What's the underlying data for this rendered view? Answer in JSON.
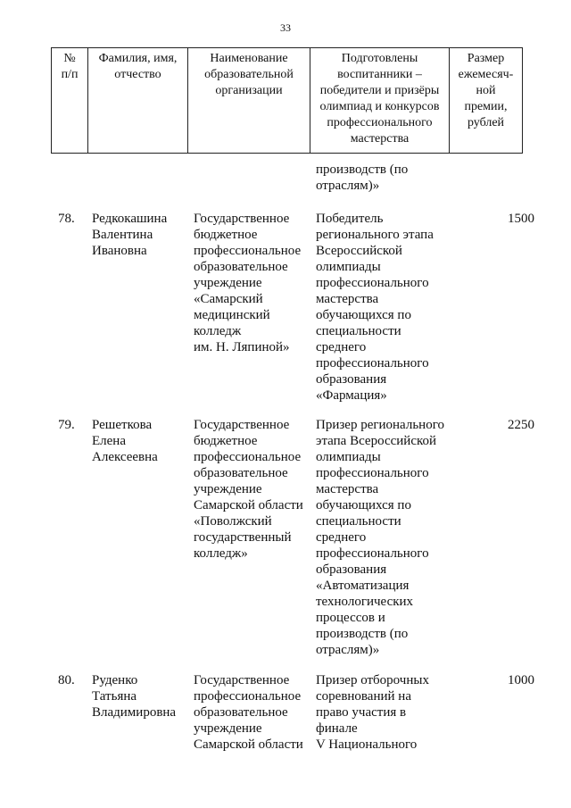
{
  "page_number": "33",
  "table_headers": {
    "num": "№\nп/п",
    "name": "Фамилия, имя,\nотчество",
    "org": "Наименование\nобразовательной\nорганизации",
    "achievement": "Подготовлены\nвоспитанники –\nпобедители и призёры\nолимпиад и конкурсов\nпрофессионального\nмастерства",
    "amount": "Размер\nежемесяч-\nной\nпремии,\nрублей"
  },
  "continuation_text": "производств (по\nотраслям)»",
  "rows": [
    {
      "num": "78.",
      "name": "Редкокашина\nВалентина\nИвановна",
      "org": "Государственное\nбюджетное\nпрофессиональное\nобразовательное\nучреждение\n«Самарский\nмедицинский\nколледж\nим. Н. Ляпиной»",
      "achievement": "Победитель\nрегионального этапа\nВсероссийской\nолимпиады\nпрофессионального\nмастерства\nобучающихся по\nспециальности\nсреднего\nпрофессионального\nобразования\n«Фармация»",
      "amount": "1500"
    },
    {
      "num": "79.",
      "name": "Решеткова\nЕлена\nАлексеевна",
      "org": "Государственное\nбюджетное\nпрофессиональное\nобразовательное\nучреждение\nСамарской области\n«Поволжский\nгосударственный\nколледж»",
      "achievement": "Призер регионального\nэтапа Всероссийской\nолимпиады\nпрофессионального\nмастерства\nобучающихся по\nспециальности\nсреднего\nпрофессионального\nобразования\n«Автоматизация\nтехнологических\nпроцессов и\nпроизводств (по\nотраслям)»",
      "amount": "2250"
    },
    {
      "num": "80.",
      "name": "Руденко\nТатьяна\nВладимировна",
      "org": "Государственное\nпрофессиональное\nобразовательное\nучреждение\nСамарской области",
      "achievement": "Призер отборочных\nсоревнований на\nправо участия в\nфинале\nV Национального",
      "amount": "1000"
    }
  ]
}
